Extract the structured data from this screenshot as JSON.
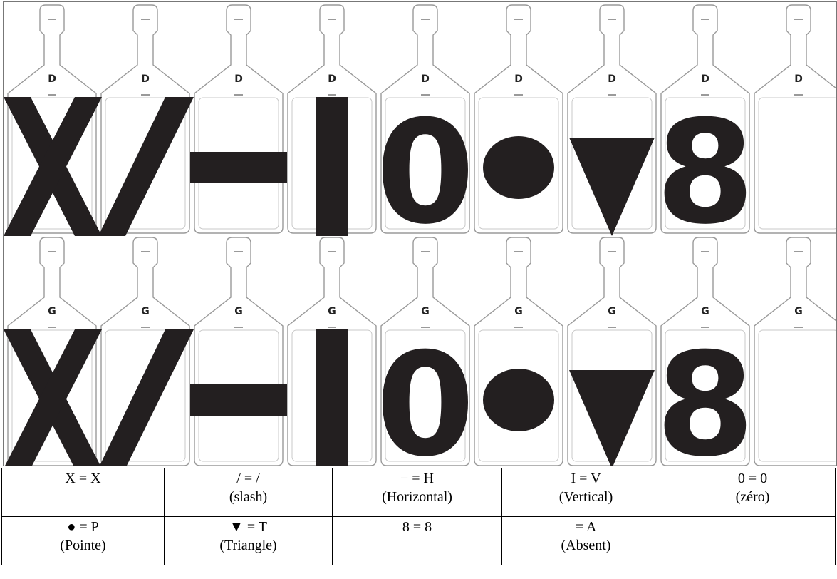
{
  "figure": {
    "rows": [
      {
        "label": "D",
        "marks": [
          "X",
          "/",
          "−",
          "I",
          "0",
          "●",
          "▼",
          "8",
          ""
        ]
      },
      {
        "label": "G",
        "marks": [
          "X",
          "/",
          "−",
          "I",
          "0",
          "●",
          "▼",
          "8",
          ""
        ]
      }
    ],
    "mark_color": "#231f20"
  },
  "legend": {
    "rows": [
      [
        {
          "line1": "X = X",
          "line2": ""
        },
        {
          "line1": "/ = /",
          "line2": "(slash)"
        },
        {
          "line1": "− = H",
          "line2": "(Horizontal)"
        },
        {
          "line1": "I = V",
          "line2": "(Vertical)"
        },
        {
          "line1": "0 = 0",
          "line2": "(zéro)"
        }
      ],
      [
        {
          "line1": "● = P",
          "line2": "(Pointe)"
        },
        {
          "line1": "▼ = T",
          "line2": "(Triangle)"
        },
        {
          "line1": "8 = 8",
          "line2": ""
        },
        {
          "line1": "= A",
          "line2": "(Absent)"
        },
        {
          "line1": "",
          "line2": ""
        }
      ]
    ]
  }
}
